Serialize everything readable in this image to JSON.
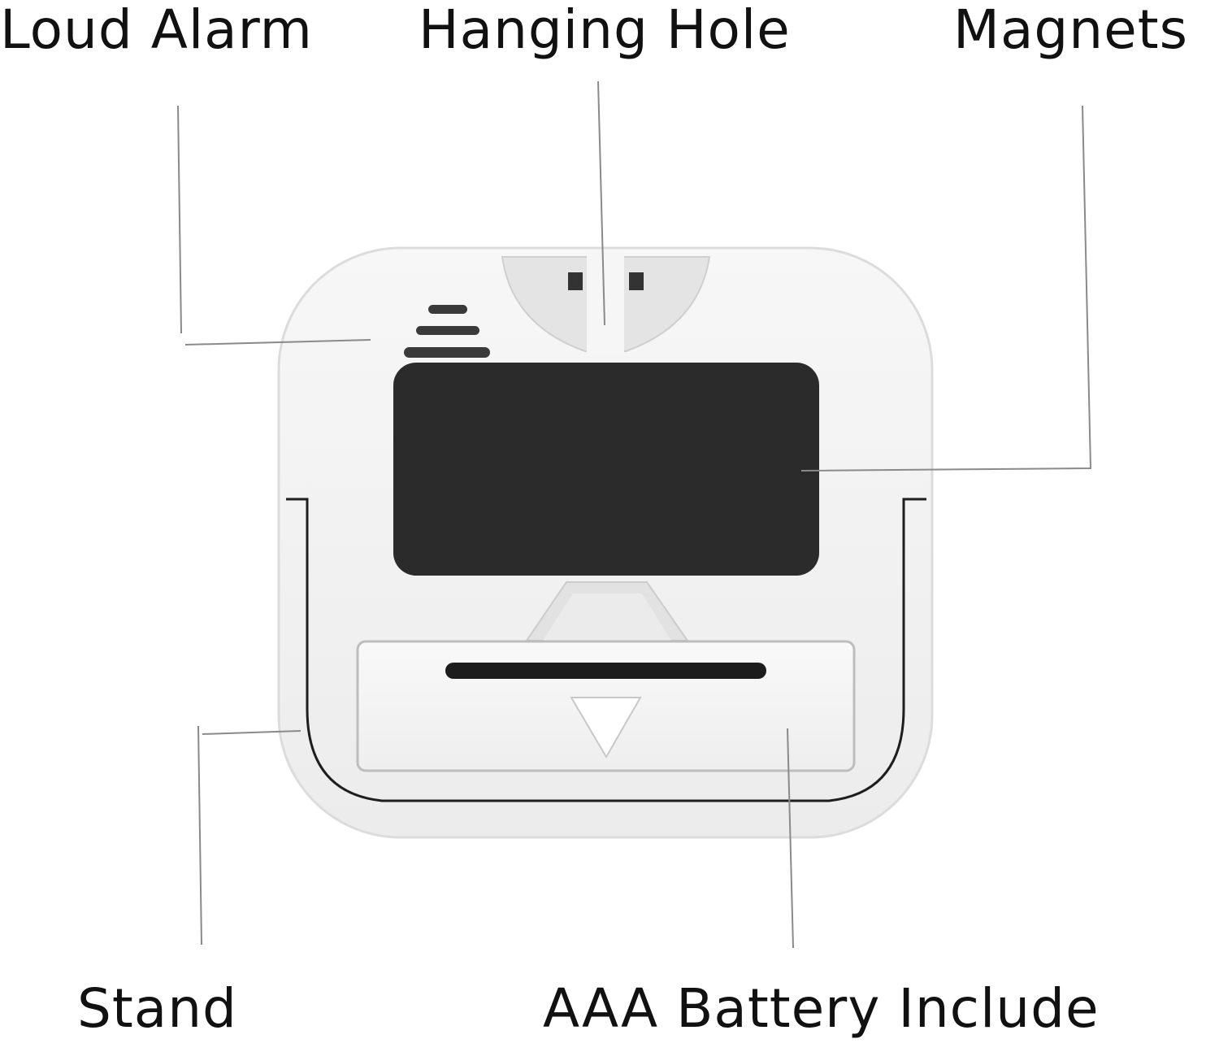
{
  "callouts": {
    "loud_alarm": "Loud Alarm",
    "hanging_hole": "Hanging Hole",
    "magnets": "Magnets",
    "stand": "Stand",
    "battery": "AAA Battery Include"
  },
  "colors": {
    "background": "#ffffff",
    "device_body": "#f2f2f2",
    "magnet_panel": "#2b2b2b",
    "leader_line": "#8a8a8a",
    "text": "#111111"
  }
}
